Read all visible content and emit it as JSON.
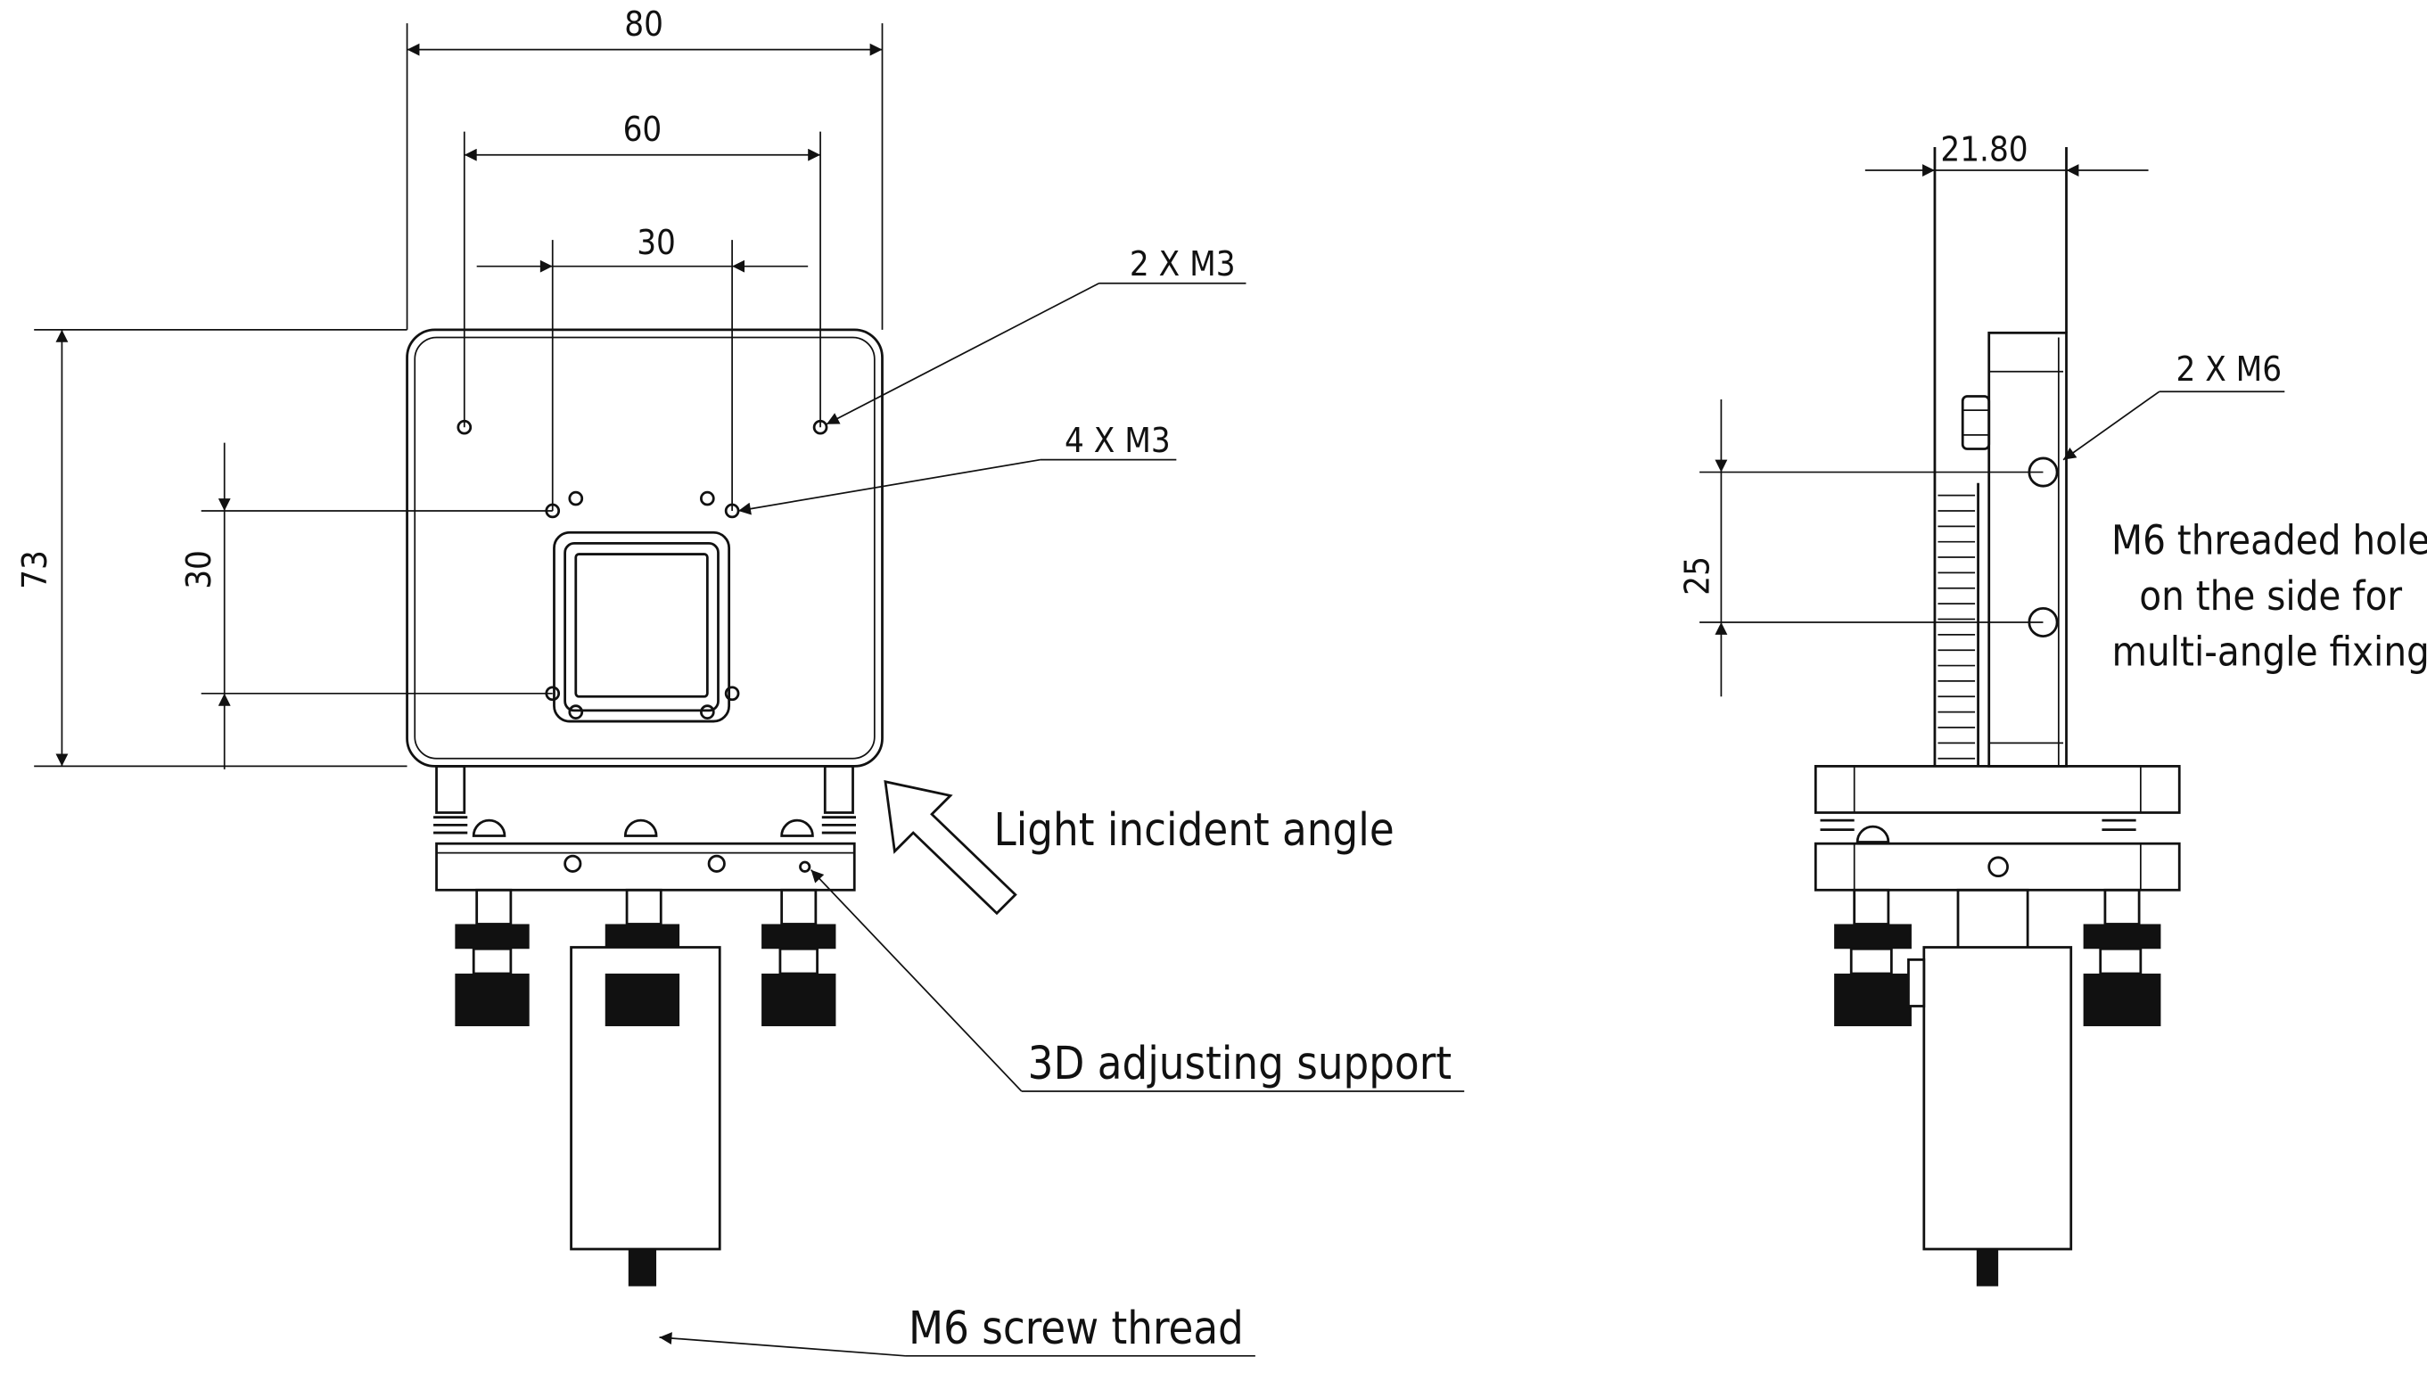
{
  "front_view": {
    "dim_width_outer": "80",
    "dim_width_holes": "60",
    "dim_width_inner": "30",
    "dim_height": "73",
    "dim_height_inner": "30",
    "label_top_holes": "2 X M3",
    "label_inner_holes": "4 X M3",
    "label_light": "Light incident angle",
    "label_support": "3D adjusting support",
    "label_screw": "M6 screw thread"
  },
  "side_view": {
    "dim_thickness": "21.80",
    "dim_hole_spacing": "25",
    "label_side_holes": "2 X M6",
    "note_lines": [
      "M6 threaded hole",
      "on the side for",
      "multi-angle fixing"
    ]
  }
}
